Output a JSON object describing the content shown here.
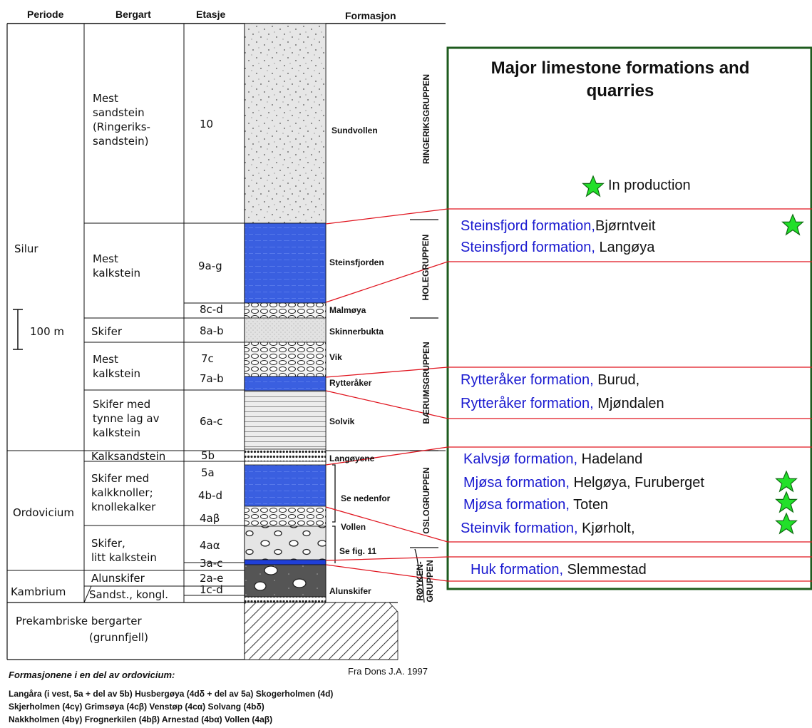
{
  "headers": {
    "periode": "Periode",
    "bergart": "Bergart",
    "etasje": "Etasje",
    "formasjon": "Formasjon"
  },
  "periods": {
    "silur": "Silur",
    "ordovicium": "Ordovicium",
    "kambrium": "Kambrium",
    "prekambrisk_line1": "Prekambriske bergarter",
    "prekambrisk_line2": "(grunnfjell)"
  },
  "scale_bar": "100 m",
  "lithology": {
    "l1": [
      "Mest",
      "sandstein",
      "(Ringeriks-",
      "sandstein)"
    ],
    "l2": [
      "Mest",
      "kalkstein"
    ],
    "l3": "Skifer",
    "l4": [
      "Mest",
      "kalkstein"
    ],
    "l5": [
      "Skifer med",
      "tynne lag av",
      "kalkstein"
    ],
    "l6": "Kalksandstein",
    "l7": [
      "Skifer med",
      "kalkknoller;",
      "knollekalker"
    ],
    "l8": [
      "Skifer,",
      "litt kalkstein"
    ],
    "l9": "Alunskifer",
    "l10": "Sandst., kongl."
  },
  "etasje": [
    "10",
    "9a-g",
    "8c-d",
    "8a-b",
    "7c",
    "7a-b",
    "6a-c",
    "5b",
    "5a",
    "4b-d",
    "4aβ",
    "4aα",
    "3a-c",
    "2a-e",
    "1c-d"
  ],
  "formations": {
    "sundvollen": "Sundvollen",
    "steinsfjorden": "Steinsfjorden",
    "malmoya": "Malmøya",
    "skinnerbukta": "Skinnerbukta",
    "vik": "Vik",
    "rytteraker": "Rytteråker",
    "solvik": "Solvik",
    "langoyene": "Langøyene",
    "se_nedenfor": "Se nedenfor",
    "vollen": "Vollen",
    "se_fig": "Se fig. 11",
    "alunskifer": "Alunskifer"
  },
  "groups": {
    "ringerik": "RINGERIKSGRUPPEN",
    "hole": "HOLEGRUPPEN",
    "baerum": "BÆRUMSGRUPPEN",
    "oslo": "OSLOGRUPPEN",
    "royken1": "RØYKEN-",
    "royken2": "GRUPPEN"
  },
  "legend": {
    "title": "Major limestone formations and quarries",
    "in_production": "In production",
    "quarries": [
      {
        "formation": "Steinsfjord formation,",
        "place": "Bjørntveit",
        "star": true
      },
      {
        "formation": "Steinsfjord formation,",
        "place": " Langøya",
        "star": false
      },
      {
        "formation": "Rytteråker  formation,",
        "place": " Burud,",
        "star": false
      },
      {
        "formation": "Rytteråker formation,",
        "place": " Mjøndalen",
        "star": false
      },
      {
        "formation": "Kalvsjø formation,",
        "place": " Hadeland",
        "star": false
      },
      {
        "formation": "Mjøsa formation,",
        "place": " Helgøya, Furuberget",
        "star": true
      },
      {
        "formation": "Mjøsa formation,",
        "place": " Toten",
        "star": true
      },
      {
        "formation": "Steinvik formation,",
        "place": " Kjørholt,",
        "star": true
      },
      {
        "formation": "Huk formation,",
        "place": " Slemmestad",
        "star": false
      }
    ]
  },
  "source": "Fra Dons J.A. 1997",
  "footnote": {
    "title": "Formasjonene i en del av ordovicium:",
    "line1": "Langåra (i vest, 5a + del av 5b)  Husbergøya (4dδ + del av 5a)  Skogerholmen (4d)",
    "line2": "Skjerholmen (4cγ) Grimsøya (4cβ)   Venstøp (4cα)  Solvang (4bδ)",
    "line3": "Nakkholmen (4bγ) Frognerkilen (4bβ)  Arnestad (4bα)  Vollen (4aβ)"
  },
  "colors": {
    "limestone_blue": "#3a5fe0",
    "legend_border": "#1e5b1e",
    "red_line": "#e0141e",
    "formation_text": "#1a1ad0",
    "star": "#22e02a"
  }
}
